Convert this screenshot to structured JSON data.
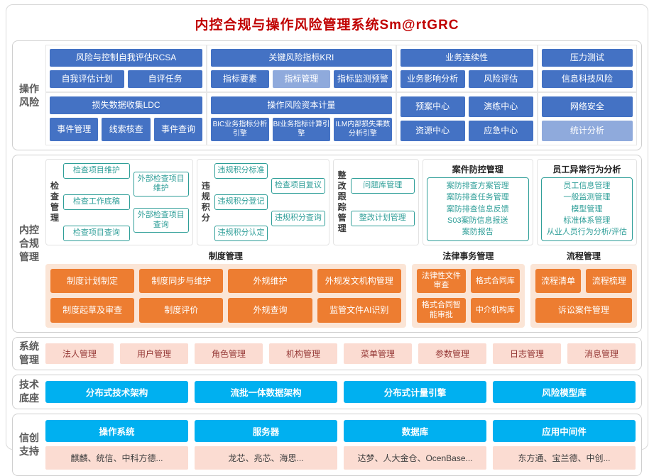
{
  "title": "内控合规与操作风险管理系统Sm@rtGRC",
  "colors": {
    "title_red": "#C00000",
    "module_blue": "#4472C4",
    "module_blue_light": "#8FAADC",
    "teal": "#2E9E98",
    "orange": "#ED7D31",
    "peach_bg": "#FBE5D6",
    "pink": "#FBDCD2",
    "cyan": "#00B0F0"
  },
  "sidebar": {
    "op_risk": "操作风险",
    "compliance": "内控合规管理",
    "system": "系统管理",
    "tech": "技术底座",
    "xinchuang": "信创支持"
  },
  "op_risk": {
    "rcsa_header": "风险与控制自我评估RCSA",
    "rcsa_items": [
      "自我评估计划",
      "自评任务"
    ],
    "kri_header": "关键风险指标KRI",
    "kri_items": [
      "指标要素",
      "指标管理",
      "指标监测预警"
    ],
    "bcm_header": "业务连续性",
    "bcm_items": [
      "业务影响分析",
      "风险评估"
    ],
    "stress_test": "压力测试",
    "it_risk": "信息科技风险",
    "ldc_header": "损失数据收集LDC",
    "ldc_items": [
      "事件管理",
      "线索核查",
      "事件查询"
    ],
    "capital_header": "操作风险资本计量",
    "capital_items": [
      "BIC业务指标分析引擎",
      "BI业务指标计算引擎",
      "ILM内部损失乘数分析引擎"
    ],
    "center_items_row1": [
      "预案中心",
      "演练中心"
    ],
    "center_items_row2": [
      "资源中心",
      "应急中心"
    ],
    "network_security": "网络安全",
    "stats_analysis": "统计分析"
  },
  "compliance": {
    "check": {
      "label": "检查管理",
      "col1": [
        "检查项目维护",
        "检查工作底稿",
        "检查项目查询"
      ],
      "col2": [
        "外部检查项目维护",
        "外部检查项目查询"
      ]
    },
    "violation": {
      "label": "违规积分",
      "col1": [
        "违规积分标准",
        "违规积分登记",
        "违规积分认定"
      ],
      "col2": [
        "检查项目复议",
        "违规积分查询"
      ]
    },
    "rectify": {
      "label": "整改跟踪管理",
      "items": [
        "问题库管理",
        "整改计划管理"
      ]
    },
    "case_prevention": {
      "header": "案件防控管理",
      "items": [
        "案防排查方案管理",
        "案防排查任务管理",
        "案防排查信息反馈",
        "S03案防信息报送",
        "案防报告"
      ]
    },
    "behavior": {
      "header": "员工异常行为分析",
      "items": [
        "员工信息管理",
        "一般监测管理",
        "模型管理",
        "标准体系管理",
        "从业人员行为分析/评估"
      ]
    },
    "policy": {
      "header": "制度管理",
      "row1": [
        "制度计划制定",
        "制度同步与维护",
        "外规维护",
        "外规发文机构管理"
      ],
      "row2": [
        "制度起草及审查",
        "制度评价",
        "外规查询",
        "监管文件AI识别"
      ]
    },
    "legal": {
      "header": "法律事务管理",
      "row1": [
        "法律性文件审查",
        "格式合同库"
      ],
      "row2": [
        "格式合同智能审批",
        "中介机构库"
      ]
    },
    "process": {
      "header": "流程管理",
      "row1": [
        "流程清单",
        "流程梳理"
      ],
      "row2": [
        "诉讼案件管理"
      ]
    }
  },
  "system": {
    "items": [
      "法人管理",
      "用户管理",
      "角色管理",
      "机构管理",
      "菜单管理",
      "参数管理",
      "日志管理",
      "消息管理"
    ]
  },
  "tech": {
    "items": [
      "分布式技术架构",
      "流批一体数据架构",
      "分布式计量引擎",
      "风险模型库"
    ]
  },
  "xinchuang": {
    "columns": [
      {
        "header": "操作系统",
        "vendors": "麒麟、统信、中科方德..."
      },
      {
        "header": "服务器",
        "vendors": "龙芯、兆芯、海思..."
      },
      {
        "header": "数据库",
        "vendors": "达梦、人大金仓、OcenBase..."
      },
      {
        "header": "应用中间件",
        "vendors": "东方通、宝兰德、中创..."
      }
    ]
  }
}
